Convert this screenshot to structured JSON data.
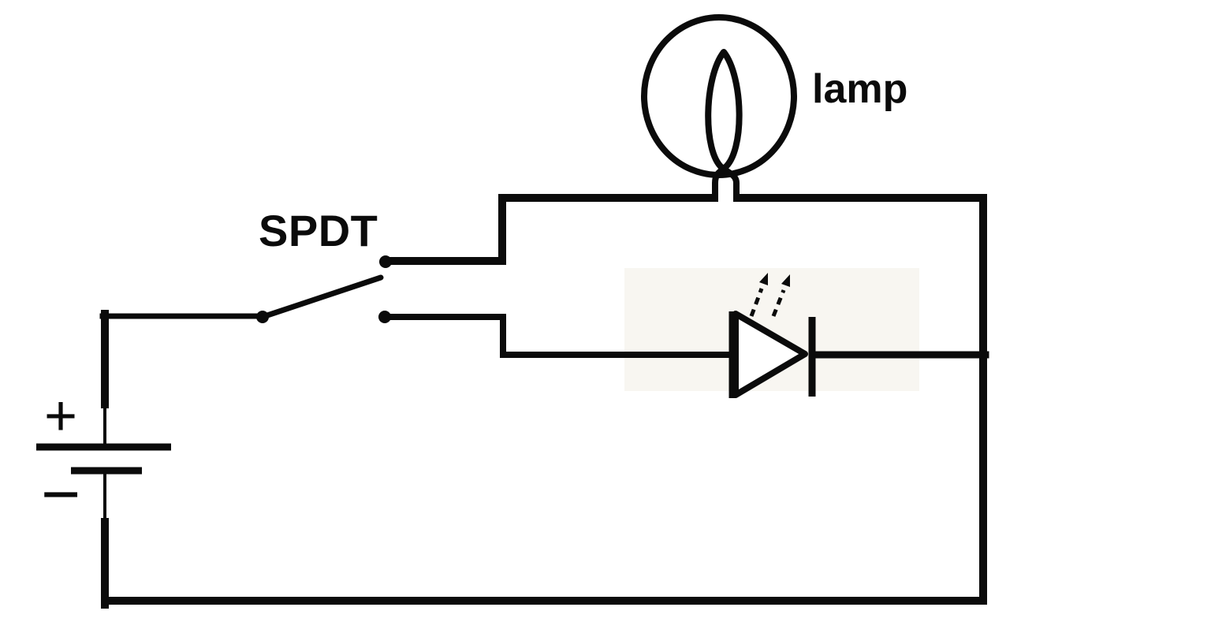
{
  "canvas": {
    "background": "#ffffff",
    "ink": "#0b0b0b"
  },
  "labels": {
    "switch_type": "SPDT",
    "lamp": "lamp",
    "battery_positive": "+",
    "battery_negative": "−"
  },
  "components": {
    "battery": "dc-battery-cell",
    "switch": "spdt-switch",
    "lamp": "incandescent-lamp",
    "led": "light-emitting-diode"
  },
  "colors": {
    "led_backdrop": "#f8f6f1"
  }
}
